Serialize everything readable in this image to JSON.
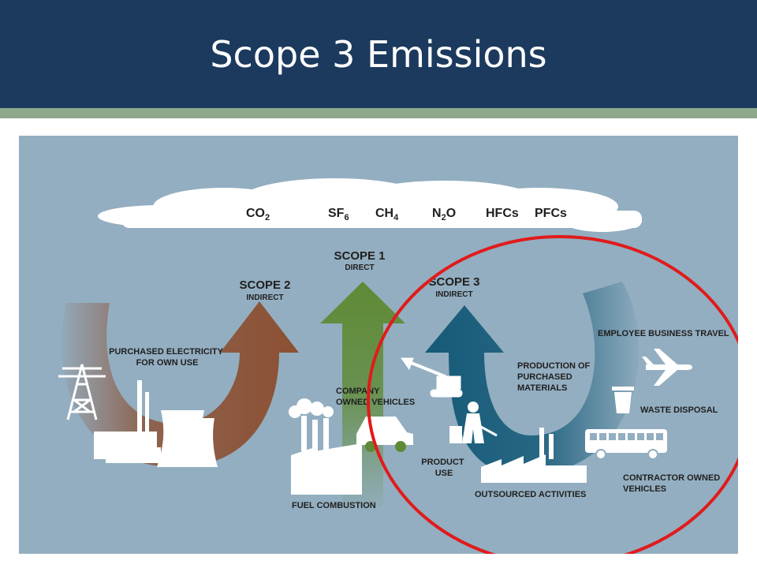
{
  "slide": {
    "title": "Scope 3 Emissions"
  },
  "colors": {
    "header": "#1c3a5e",
    "stripe": "#8ea88c",
    "background": "#93aec0",
    "scope1": "#5f8a35",
    "scope2": "#8c5033",
    "scope3": "#155a78",
    "highlight": "#e01b1b"
  },
  "gases": [
    {
      "base": "CO",
      "sub": "2"
    },
    {
      "base": "SF",
      "sub": "6"
    },
    {
      "base": "CH",
      "sub": "4"
    },
    {
      "base": "N",
      "sub": "2",
      "tail": "O"
    },
    {
      "base": "HFCs",
      "sub": ""
    },
    {
      "base": "PFCs",
      "sub": ""
    }
  ],
  "scopes": {
    "scope1": {
      "title": "SCOPE 1",
      "subtitle": "DIRECT"
    },
    "scope2": {
      "title": "SCOPE 2",
      "subtitle": "INDIRECT"
    },
    "scope3": {
      "title": "SCOPE 3",
      "subtitle": "INDIRECT"
    }
  },
  "labels": {
    "purchased_electricity": [
      "PURCHASED ELECTRICITY",
      "FOR OWN USE"
    ],
    "company_vehicles": [
      "COMPANY",
      "OWNED VEHICLES"
    ],
    "fuel_combustion": "FUEL COMBUSTION",
    "production_materials": [
      "PRODUCTION OF",
      "PURCHASED",
      "MATERIALS"
    ],
    "employee_travel": "EMPLOYEE BUSINESS TRAVEL",
    "waste_disposal": "WASTE DISPOSAL",
    "product_use": [
      "PRODUCT",
      "USE"
    ],
    "outsourced_activities": "OUTSOURCED ACTIVITIES",
    "contractor_vehicles": [
      "CONTRACTOR OWNED",
      "VEHICLES"
    ]
  },
  "icons": [
    "transmission-tower-icon",
    "cooling-tower-icon",
    "car-icon",
    "factory-icon",
    "excavator-icon",
    "worker-icon",
    "airplane-icon",
    "trash-can-icon",
    "bus-icon"
  ]
}
